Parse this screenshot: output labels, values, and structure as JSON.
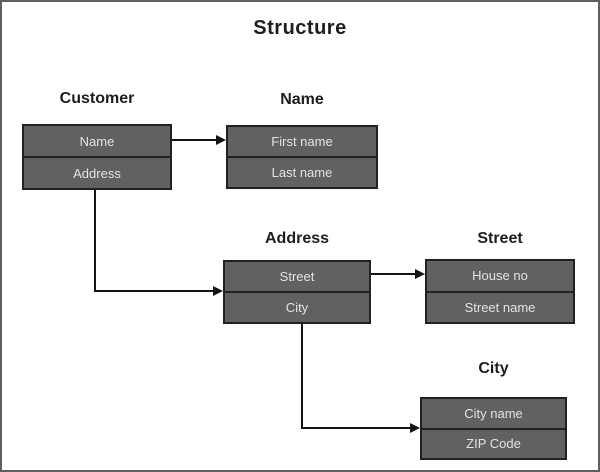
{
  "title": "Structure",
  "colors": {
    "background": "#ffffff",
    "canvas_border": "#5f5f5f",
    "box_fill": "#616161",
    "box_border": "#212121",
    "box_text": "#e3e3e3",
    "label_text": "#1d1d1d",
    "connector": "#141414"
  },
  "entities": [
    {
      "id": "customer",
      "label": "Customer",
      "rows": [
        "Name",
        "Address"
      ]
    },
    {
      "id": "name",
      "label": "Name",
      "rows": [
        "First name",
        "Last name"
      ]
    },
    {
      "id": "address",
      "label": "Address",
      "rows": [
        "Street",
        "City"
      ]
    },
    {
      "id": "street",
      "label": "Street",
      "rows": [
        "House no",
        "Street name"
      ]
    },
    {
      "id": "city",
      "label": "City",
      "rows": [
        "City name",
        "ZIP Code"
      ]
    }
  ],
  "connections": [
    {
      "from": "Customer.Name",
      "to": "Name",
      "style": "straight-arrow"
    },
    {
      "from": "Customer.Address",
      "to": "Address",
      "style": "elbow-arrow"
    },
    {
      "from": "Address.Street",
      "to": "Street",
      "style": "straight-arrow"
    },
    {
      "from": "Address.City",
      "to": "City",
      "style": "elbow-arrow"
    }
  ]
}
